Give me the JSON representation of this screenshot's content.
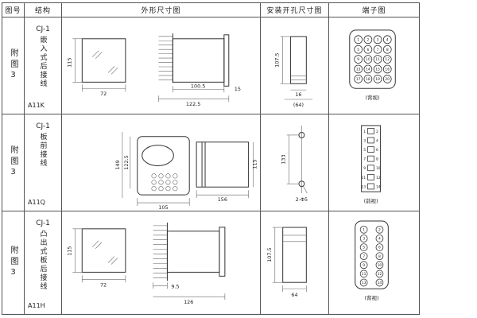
{
  "header": {
    "fig": "图号",
    "structure": "结构",
    "outline": "外形尺寸图",
    "mounting": "安装开孔尺寸图",
    "terminal": "端子图"
  },
  "rows": [
    {
      "fig": "附图3",
      "model": "CJ-1",
      "desc": "嵌入式后接线",
      "code": "A11K",
      "outline": {
        "h": "115",
        "w": "72",
        "body": "100.5",
        "flange": "15",
        "total": "122.5"
      },
      "mounting": {
        "h": "107.5",
        "slot": "16",
        "w": "(64)"
      },
      "terminal": {
        "view": "(背视)"
      }
    },
    {
      "fig": "附图3",
      "model": "CJ-1",
      "desc": "板前接线",
      "code": "A11Q",
      "outline": {
        "h_outer": "149",
        "h_inner": "122.5",
        "w": "105",
        "depth": "156",
        "h_side": "115"
      },
      "mounting": {
        "h": "133",
        "holes": "2-Φ5"
      },
      "terminal": {
        "view": "(前视)"
      }
    },
    {
      "fig": "附图3",
      "model": "CJ-1",
      "desc": "凸出式板后接线",
      "code": "A11H",
      "outline": {
        "h": "115",
        "w": "72",
        "pitch": "9.5",
        "depth": "126"
      },
      "mounting": {
        "h": "107.5",
        "w": "64"
      },
      "terminal": {
        "view": "(背视)"
      }
    }
  ],
  "pins": {
    "t1": [
      "1",
      "2",
      "3",
      "4",
      "5",
      "6",
      "7",
      "8",
      "9",
      "10",
      "11",
      "12",
      "13",
      "14",
      "15",
      "16",
      "17",
      "18",
      "19",
      "20"
    ],
    "t2": {
      "left": [
        "1",
        "3",
        "5",
        "7",
        "9",
        "11",
        "13"
      ],
      "right": [
        "2",
        "4",
        "6",
        "8",
        "10",
        "12",
        "14"
      ]
    },
    "t3": [
      "1",
      "2",
      "3",
      "4",
      "5",
      "6",
      "7",
      "8",
      "9",
      "10",
      "11",
      "12",
      "13",
      "14"
    ]
  }
}
